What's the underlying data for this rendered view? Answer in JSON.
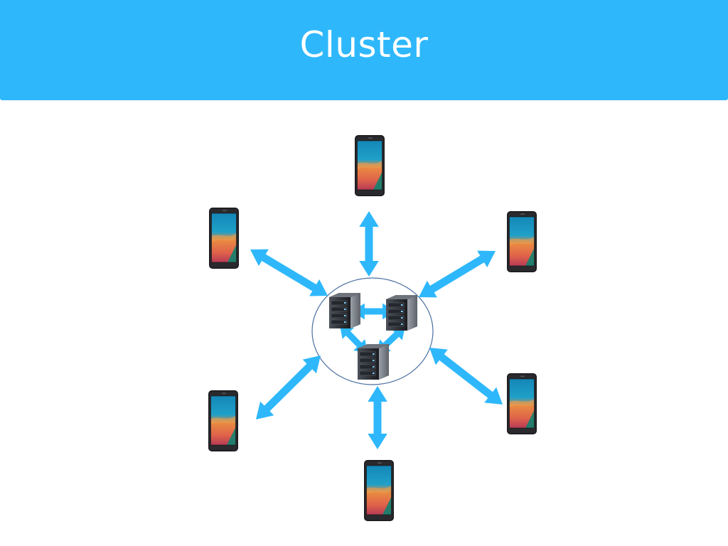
{
  "slide": {
    "title": "Cluster"
  },
  "colors": {
    "accent": "#2EB8FB",
    "title_text": "#FFFFFF",
    "background": "#FFFFFF",
    "cluster_outline": "#4A6FA0"
  },
  "diagram": {
    "devices": [
      {
        "id": "phone-top",
        "kind": "smartphone"
      },
      {
        "id": "phone-upper-left",
        "kind": "smartphone"
      },
      {
        "id": "phone-upper-right",
        "kind": "smartphone"
      },
      {
        "id": "phone-lower-left",
        "kind": "smartphone"
      },
      {
        "id": "phone-lower-right",
        "kind": "smartphone"
      },
      {
        "id": "phone-bottom",
        "kind": "smartphone"
      }
    ],
    "cluster": {
      "servers": [
        {
          "id": "server-left",
          "kind": "server"
        },
        {
          "id": "server-right",
          "kind": "server"
        },
        {
          "id": "server-bottom",
          "kind": "server"
        }
      ]
    },
    "connections": [
      {
        "from": "phone-top",
        "to": "cluster",
        "direction": "bidirectional"
      },
      {
        "from": "phone-upper-left",
        "to": "cluster",
        "direction": "bidirectional"
      },
      {
        "from": "phone-upper-right",
        "to": "cluster",
        "direction": "bidirectional"
      },
      {
        "from": "phone-lower-left",
        "to": "cluster",
        "direction": "bidirectional"
      },
      {
        "from": "phone-lower-right",
        "to": "cluster",
        "direction": "bidirectional"
      },
      {
        "from": "phone-bottom",
        "to": "cluster",
        "direction": "bidirectional"
      },
      {
        "from": "server-left",
        "to": "server-right",
        "direction": "bidirectional"
      },
      {
        "from": "server-left",
        "to": "server-bottom",
        "direction": "bidirectional"
      },
      {
        "from": "server-right",
        "to": "server-bottom",
        "direction": "bidirectional"
      }
    ]
  }
}
